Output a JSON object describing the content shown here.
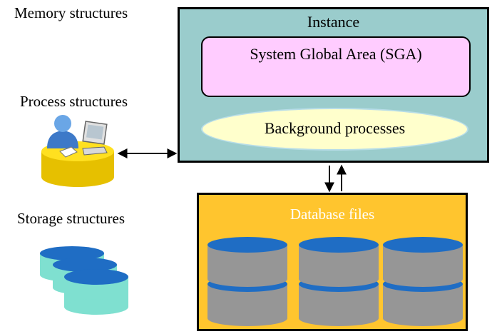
{
  "labels": {
    "memory": "Memory structures",
    "process": "Process structures",
    "storage": "Storage structures"
  },
  "instance": {
    "title": "Instance",
    "sga": "System Global Area (SGA)",
    "background": "Background processes"
  },
  "database": {
    "title": "Database files"
  },
  "colors": {
    "instance_fill": "#9acccc",
    "sga_fill": "#ffccff",
    "background_fill": "#ffffcc",
    "database_fill": "#ffc52e",
    "db_cylinder_top": "#1f6dc4",
    "db_cylinder_body": "#969696",
    "storage_cylinder_top": "#1f6dc4",
    "storage_cylinder_body": "#7fe0d0",
    "desk_fill": "#ffe020"
  },
  "icons": {
    "process": "user-at-computer-icon",
    "storage": "stacked-disks-icon",
    "database": "database-cylinder-icon"
  }
}
